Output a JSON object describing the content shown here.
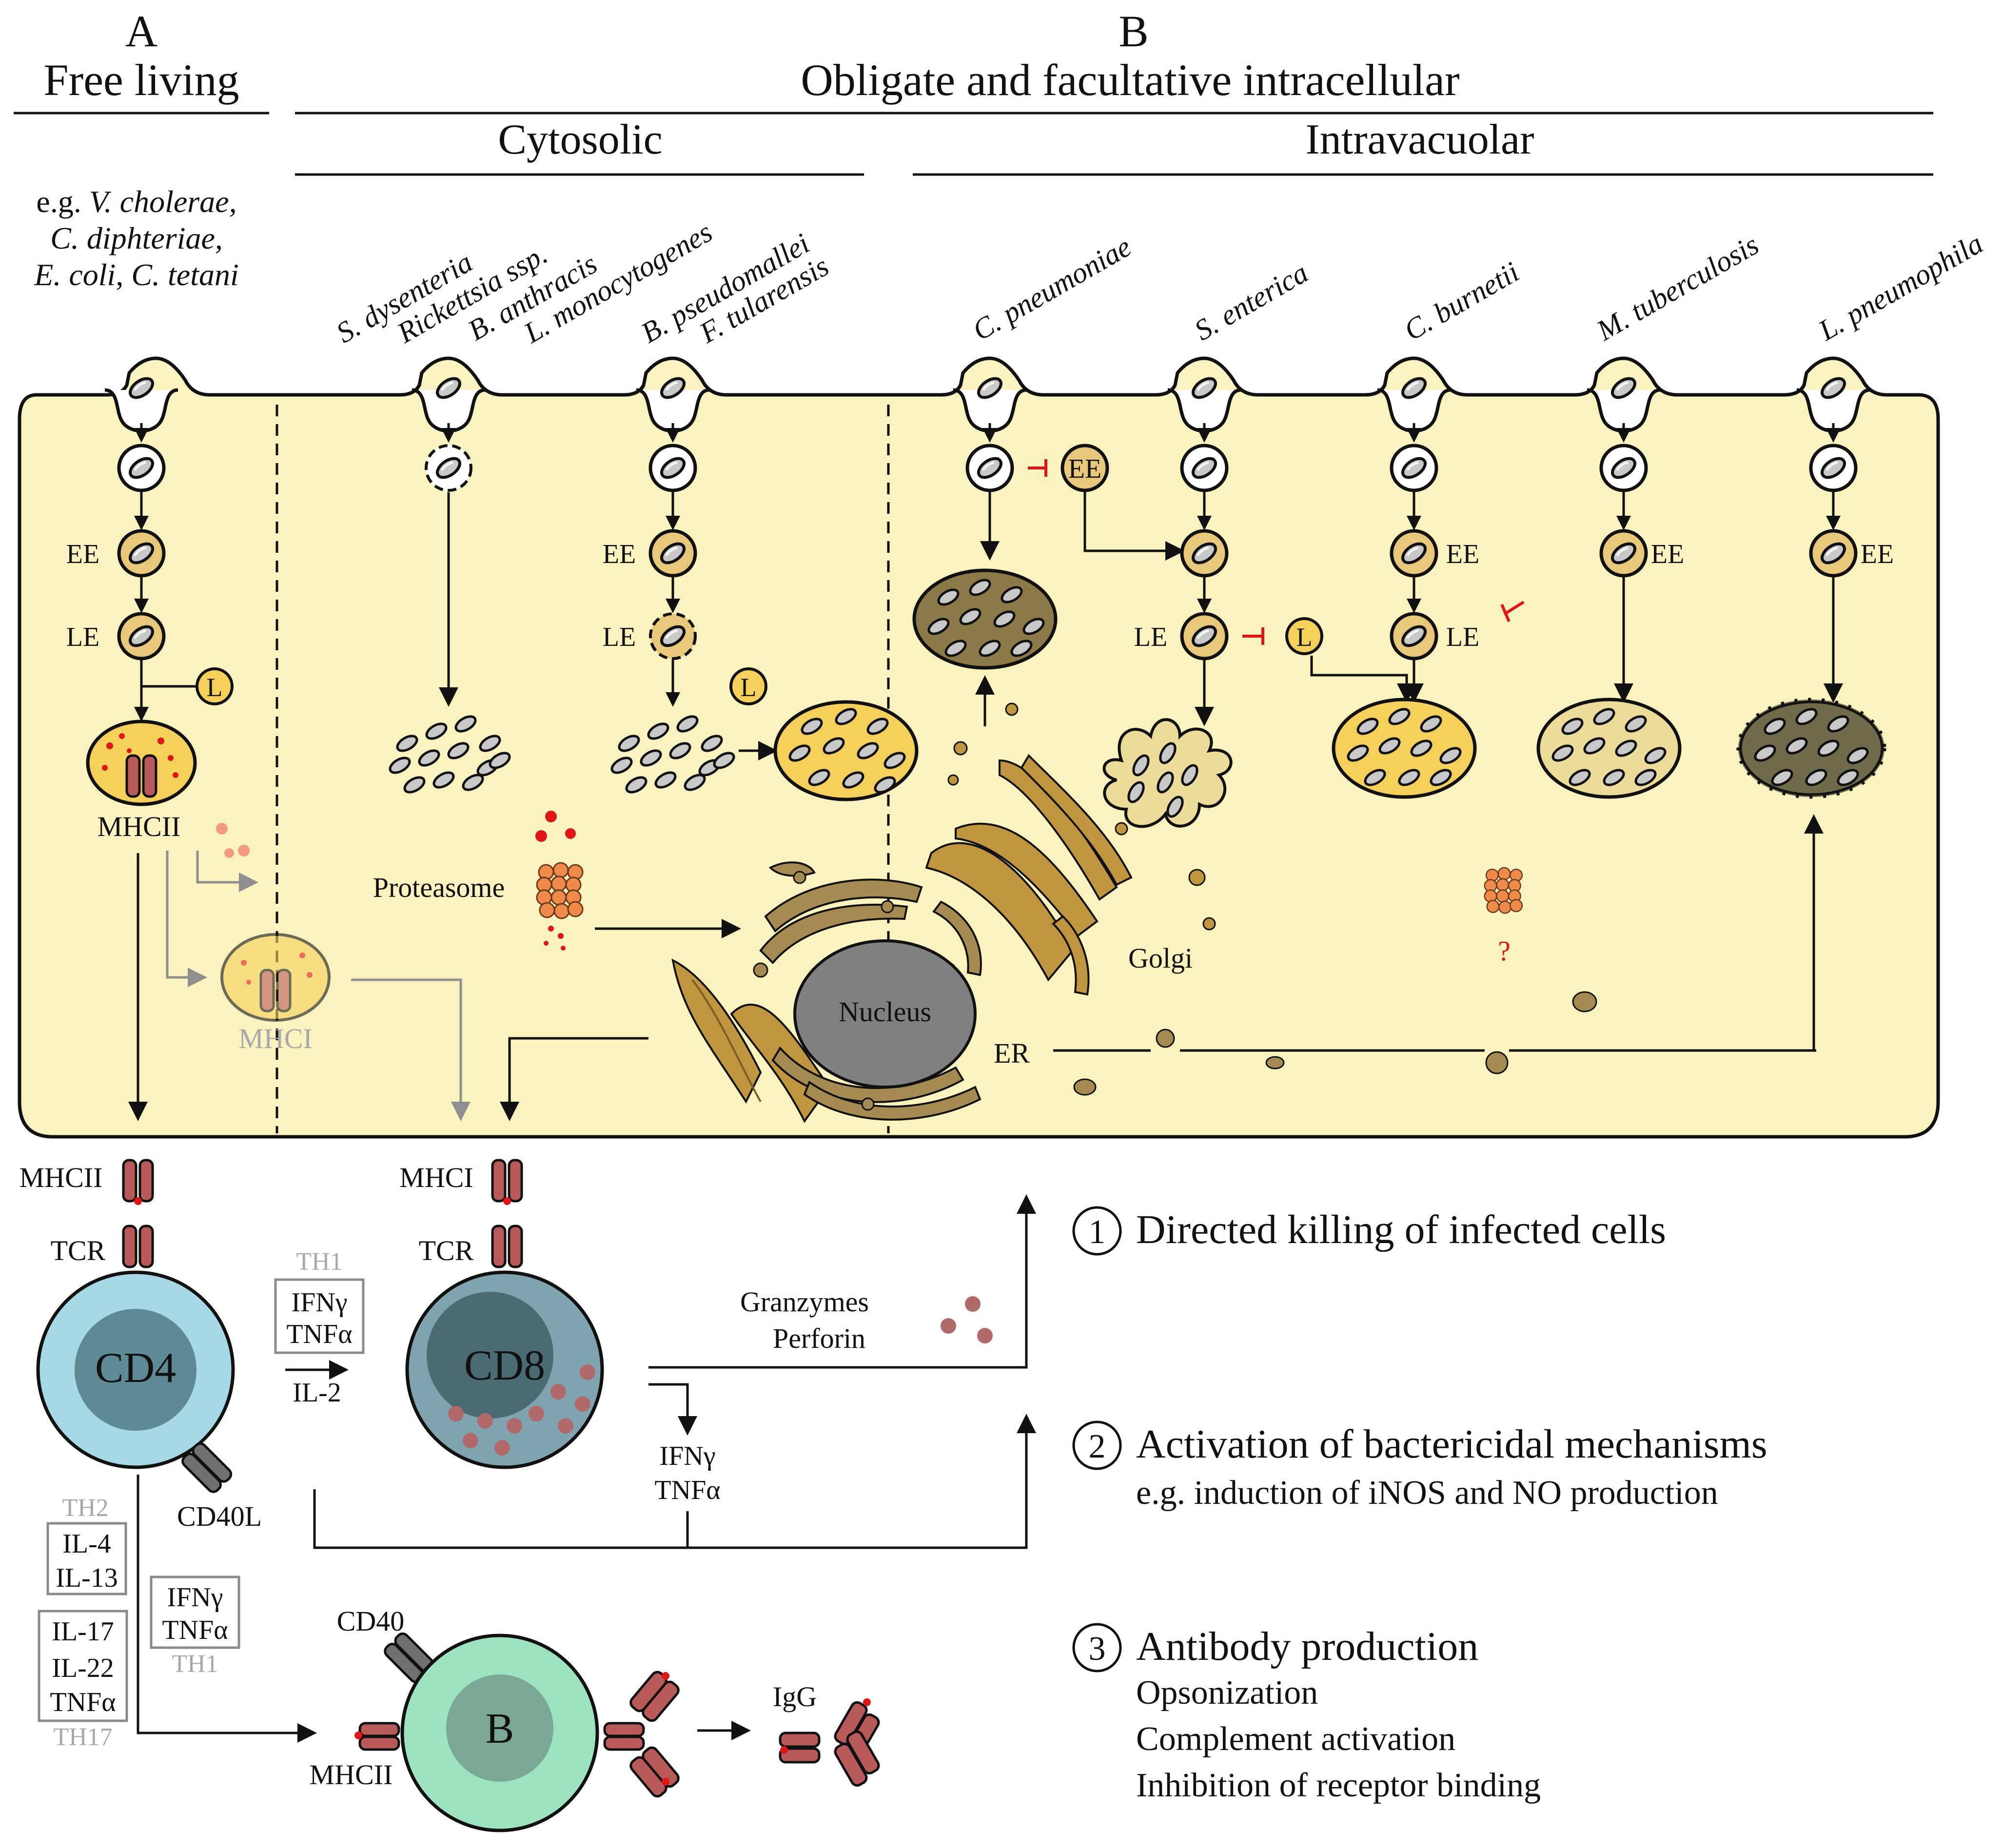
{
  "panels": {
    "a_letter": "A",
    "a_title": "Free living",
    "b_letter": "B",
    "b_title": "Obligate and facultative intracellular",
    "cytosolic": "Cytosolic",
    "intravacuolar": "Intravacuolar"
  },
  "free_living_examples": {
    "line1_prefix": "e.g. ",
    "line1_species": "V. cholerae,",
    "line2": "C. diphteriae,",
    "line3_a": "E. coli",
    "line3_sep": ", ",
    "line3_b": "C. tetani"
  },
  "species": {
    "s_dysenteria": "S. dysenteria",
    "rickettsia": "Rickettsia ssp.",
    "b_anthracis": "B. anthracis",
    "l_monocytogenes": "L. monocytogenes",
    "b_pseudomallei": "B. pseudomallei",
    "f_tularensis": "F. tularensis",
    "c_pneumoniae": "C. pneumoniae",
    "s_enterica": "S. enterica",
    "c_burnetii": "C. burnetii",
    "m_tuberculosis": "M. tuberculosis",
    "l_pneumophila": "L. pneumophila"
  },
  "labels": {
    "ee": "EE",
    "le": "LE",
    "l": "L",
    "mhcii": "MHCII",
    "mhci": "MHCI",
    "proteasome": "Proteasome",
    "nucleus": "Nucleus",
    "golgi": "Golgi",
    "er": "ER",
    "question": "?",
    "tcr": "TCR",
    "cd4": "CD4",
    "cd8": "CD8",
    "cd40l": "CD40L",
    "cd40": "CD40",
    "b_cell": "B",
    "igg": "IgG",
    "granzymes": "Granzymes",
    "perforin": "Perforin",
    "ifng": "IFNγ",
    "tnfa": "TNFα",
    "il2": "IL-2",
    "il4": "IL-4",
    "il13": "IL-13",
    "il17": "IL-17",
    "il22": "IL-22",
    "th1": "TH1",
    "th2": "TH2",
    "th17": "TH17"
  },
  "outcomes": {
    "n1": "1",
    "o1": "Directed killing of infected cells",
    "n2": "2",
    "o2": "Activation of bactericidal mechanisms",
    "o2_sub": "e.g. induction of iNOS and NO production",
    "n3": "3",
    "o3": "Antibody production",
    "o3_a": "Opsonization",
    "o3_b": "Complement activation",
    "o3_c": "Inhibition of receptor binding"
  },
  "colors": {
    "cytoplasm": "#faf3c0",
    "vesicle_ee": "#e7c77a",
    "phagolysosome": "#f4cf5a",
    "golgi_er": "#c09540",
    "nucleus": "#808080",
    "proteasome": "#f08a4b",
    "mhc": "#b85a5a",
    "cd4_cell": "#a6d8e6",
    "cd8_cell": "#7fa4b0",
    "b_cell": "#9ee3c1",
    "inhibition": "#e01515"
  }
}
